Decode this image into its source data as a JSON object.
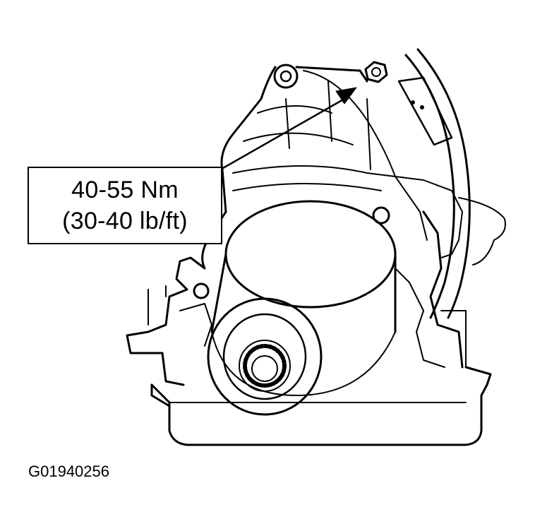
{
  "callout": {
    "torque_nm": "40-55 Nm",
    "torque_lbft": "(30-40 lb/ft)"
  },
  "figure_code": "G01940256",
  "colors": {
    "ink": "#000000",
    "paper": "#ffffff"
  },
  "icons": [
    "bolt-icon",
    "arrow-icon"
  ]
}
